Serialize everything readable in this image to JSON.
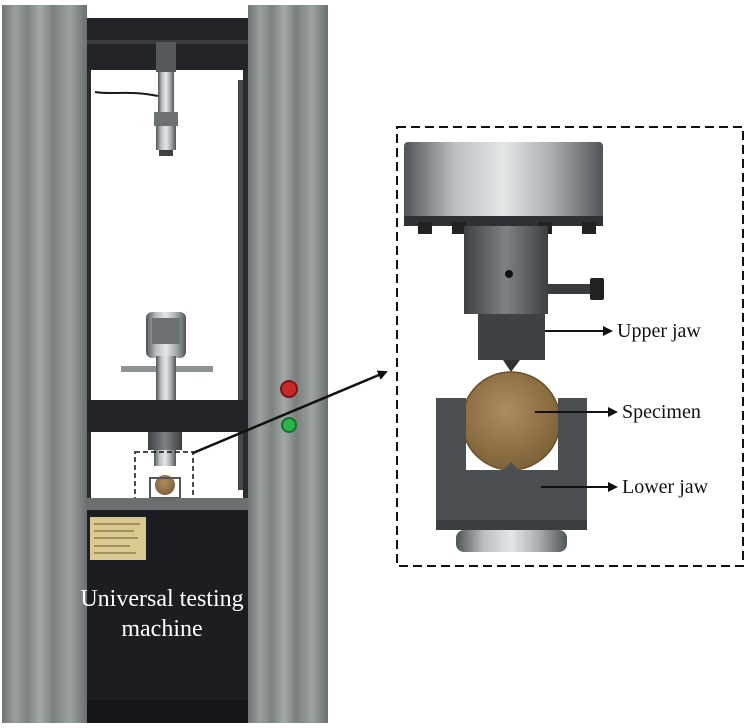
{
  "figure": {
    "machine_label": {
      "line1": "Universal testing",
      "line2": "machine"
    },
    "detail_labels": {
      "upper_jaw": "Upper jaw",
      "specimen": "Specimen",
      "lower_jaw": "Lower jaw"
    }
  },
  "colors": {
    "frame_gray": "#8c9291",
    "frame_dark": "#5f6463",
    "base_black": "#1c1d22",
    "specimen_brown": "#9a7a4d",
    "steel": "#9aa1a3",
    "dashed_box": "#111111",
    "status_red": "#c82a2a",
    "status_green": "#2ab54a"
  }
}
